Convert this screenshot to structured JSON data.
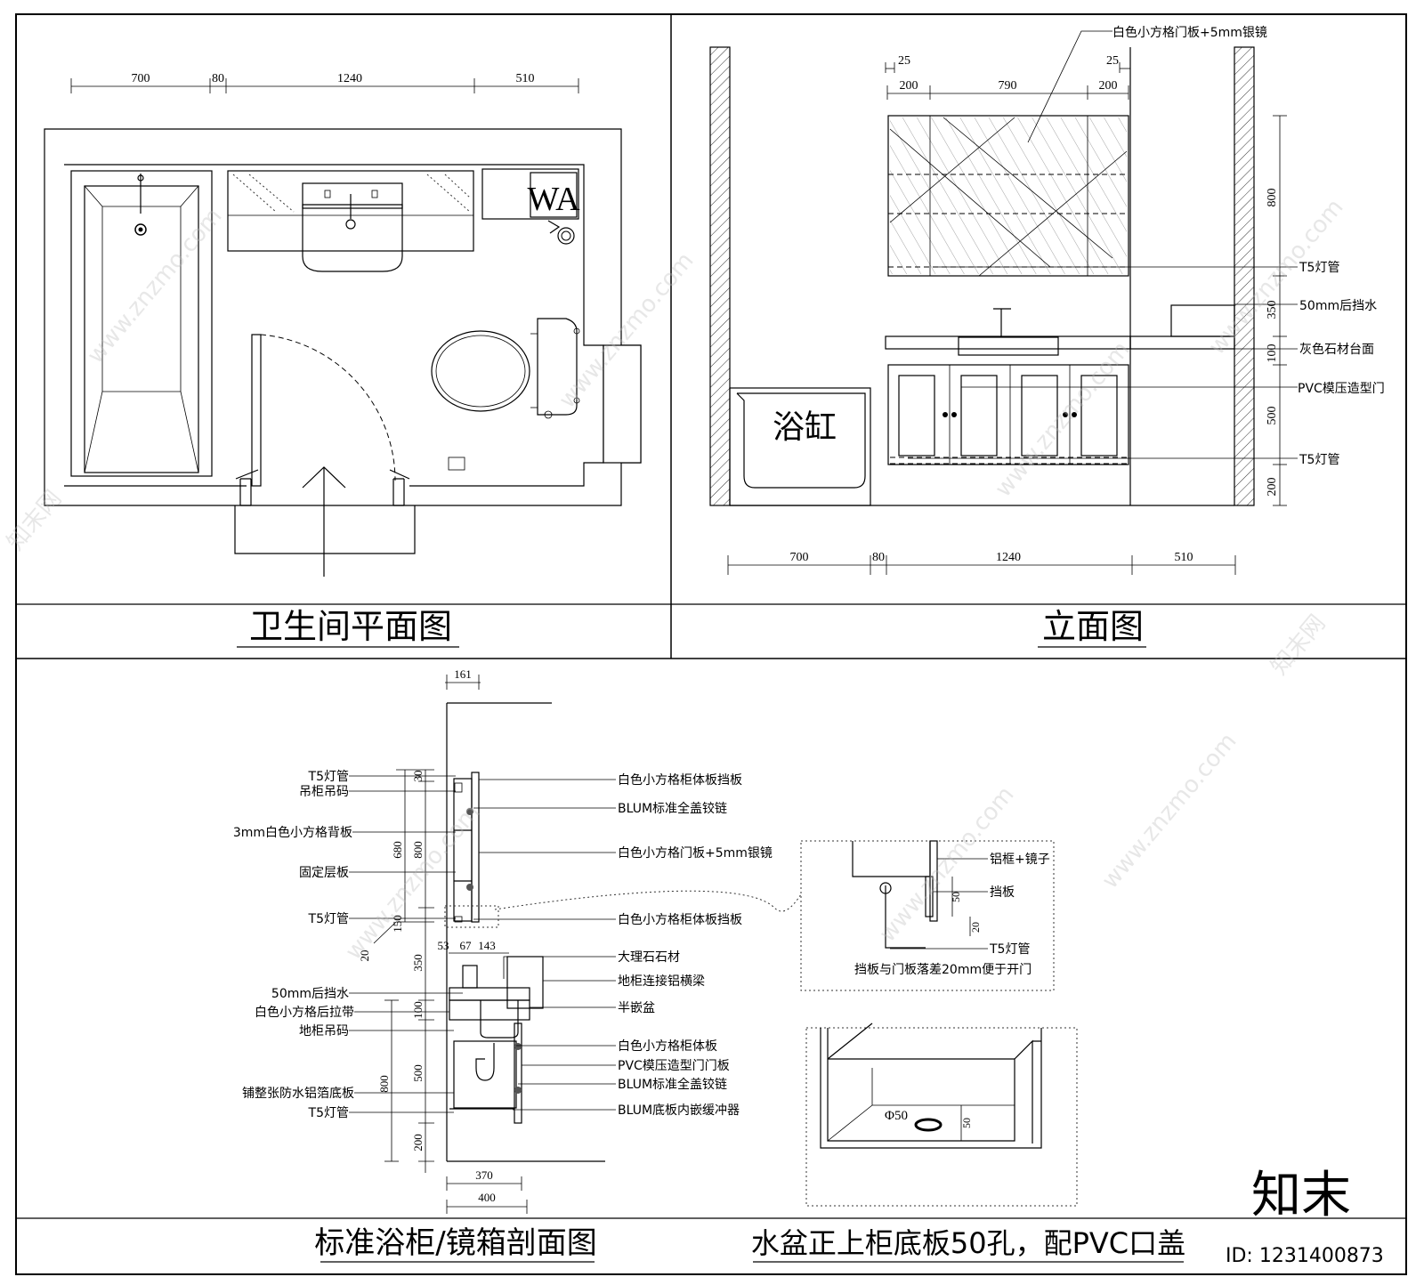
{
  "panels": {
    "plan": {
      "title": "卫生间平面图",
      "dims": [
        "700",
        "80",
        "1240",
        "510"
      ],
      "appliance_label": "WA"
    },
    "elevation": {
      "title": "立面图",
      "bathtub_label": "浴缸",
      "dims_bottom": [
        "700",
        "80",
        "1240",
        "510"
      ],
      "dims_top_a": [
        "25",
        "25"
      ],
      "dims_top_b": [
        "200",
        "790",
        "200"
      ],
      "dims_right": [
        "800",
        "350",
        "100",
        "500",
        "200"
      ],
      "callouts": [
        "白色小方格门板+5mm银镜",
        "T5灯管",
        "50mm后挡水",
        "灰色石材台面",
        "PVC模压造型门",
        "T5灯管"
      ]
    },
    "section": {
      "title": "标准浴柜/镜箱剖面图",
      "dims_top": [
        "161"
      ],
      "dims_mid": [
        "53",
        "67",
        "143"
      ],
      "dims_vert": [
        "30",
        "680",
        "800",
        "150",
        "20",
        "350",
        "100",
        "500",
        "800",
        "200"
      ],
      "dims_bottom": [
        "370",
        "400"
      ],
      "left_labels": [
        "T5灯管",
        "吊柜吊码",
        "3mm白色小方格背板",
        "固定层板",
        "T5灯管",
        "50mm后挡水",
        "白色小方格后拉带",
        "地柜吊码",
        "铺整张防水铝箔底板",
        "T5灯管"
      ],
      "right_labels": [
        "白色小方格柜体板挡板",
        "BLUM标准全盖铰链",
        "白色小方格门板+5mm银镜",
        "白色小方格柜体板挡板",
        "大理石石材",
        "地柜连接铝横梁",
        "半嵌盆",
        "白色小方格柜体板",
        "PVC模压造型门门板",
        "BLUM标准全盖铰链",
        "BLUM底板内嵌缓冲器"
      ]
    },
    "detail": {
      "title": "水盆正上柜底板50孔，配PVC口盖",
      "labels": [
        "铝框+镜子",
        "挡板",
        "T5灯管",
        "挡板与门板落差20mm便于开门"
      ],
      "dims": [
        "50",
        "20"
      ],
      "hole_dims": [
        "Φ50",
        "50"
      ]
    }
  },
  "watermark": {
    "brand": "知末",
    "id_text": "ID: 1231400873",
    "url": "www.znzmo.com",
    "site": "知末网"
  }
}
